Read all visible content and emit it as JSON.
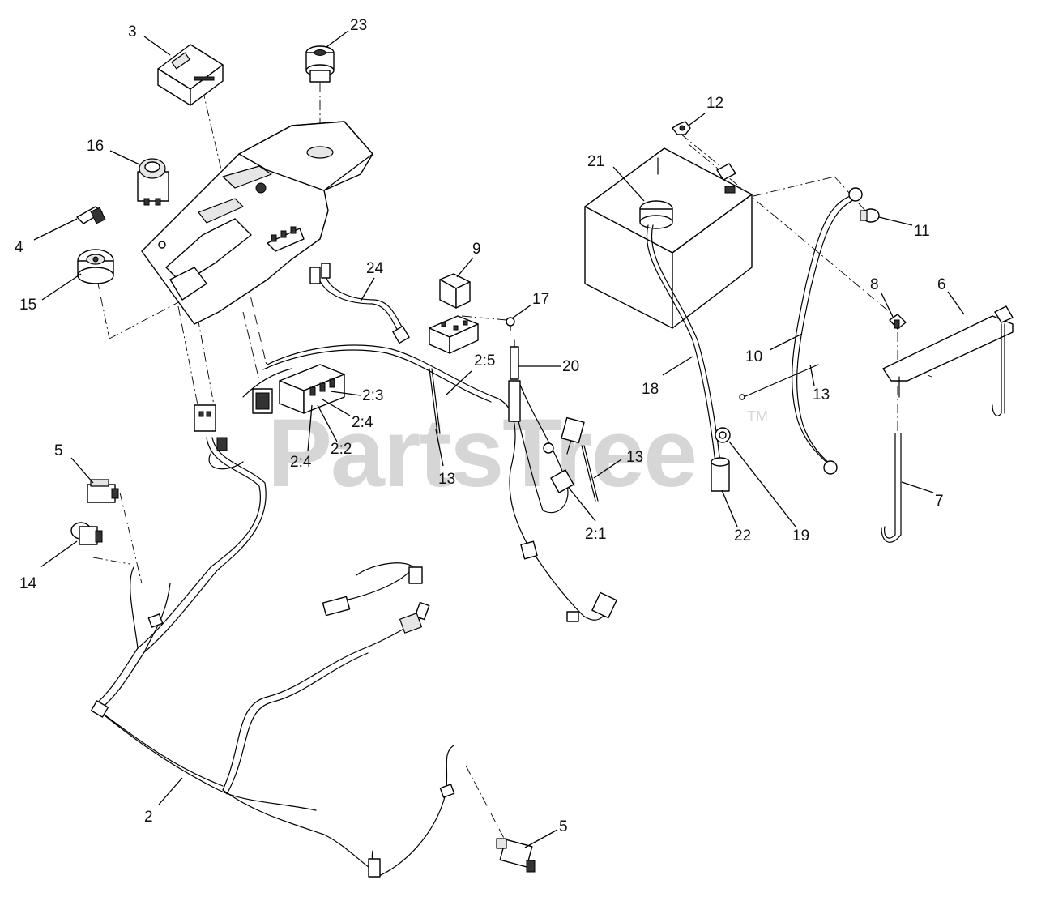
{
  "watermark": {
    "text": "PartsTree",
    "trademark": "TM"
  },
  "callouts": [
    {
      "id": "c3",
      "label": "3"
    },
    {
      "id": "c23",
      "label": "23"
    },
    {
      "id": "c16",
      "label": "16"
    },
    {
      "id": "c4",
      "label": "4"
    },
    {
      "id": "c15",
      "label": "15"
    },
    {
      "id": "c24",
      "label": "24"
    },
    {
      "id": "c9",
      "label": "9"
    },
    {
      "id": "c17",
      "label": "17"
    },
    {
      "id": "c2_5",
      "label": "2:5"
    },
    {
      "id": "c20",
      "label": "20"
    },
    {
      "id": "c2_3",
      "label": "2:3"
    },
    {
      "id": "c2_4a",
      "label": "2:4"
    },
    {
      "id": "c2_4b",
      "label": "2:4"
    },
    {
      "id": "c2_2",
      "label": "2:2"
    },
    {
      "id": "c13a",
      "label": "13"
    },
    {
      "id": "c13b",
      "label": "13"
    },
    {
      "id": "c13c",
      "label": "13"
    },
    {
      "id": "c2_1",
      "label": "2:1"
    },
    {
      "id": "c5a",
      "label": "5"
    },
    {
      "id": "c14",
      "label": "14"
    },
    {
      "id": "c2",
      "label": "2"
    },
    {
      "id": "c5b",
      "label": "5"
    },
    {
      "id": "c12",
      "label": "12"
    },
    {
      "id": "c21",
      "label": "21"
    },
    {
      "id": "c11",
      "label": "11"
    },
    {
      "id": "c8",
      "label": "8"
    },
    {
      "id": "c6",
      "label": "6"
    },
    {
      "id": "c10",
      "label": "10"
    },
    {
      "id": "c18",
      "label": "18"
    },
    {
      "id": "c7",
      "label": "7"
    },
    {
      "id": "c22",
      "label": "22"
    },
    {
      "id": "c19",
      "label": "19"
    }
  ]
}
